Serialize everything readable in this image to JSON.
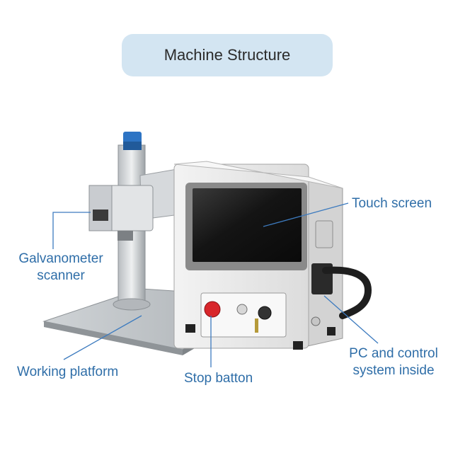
{
  "title": "Machine Structure",
  "callouts": {
    "touch_screen": "Touch screen",
    "galvanometer_scanner": "Galvanometer scanner",
    "working_platform": "Working platform",
    "stop_button": "Stop batton",
    "pc_control": "PC and control system inside"
  },
  "colors": {
    "title_pill": "#d3e5f2",
    "callout_text": "#2f6ea8",
    "leader_line": "#3d7bbf",
    "cabinet": "#ececec",
    "screen": "#1a1a1a",
    "stop_button": "#d8262b",
    "scanner_cap": "#2d74c4"
  },
  "icons": [
    "stop-button-icon",
    "key-switch-icon",
    "touch-screen-icon"
  ]
}
